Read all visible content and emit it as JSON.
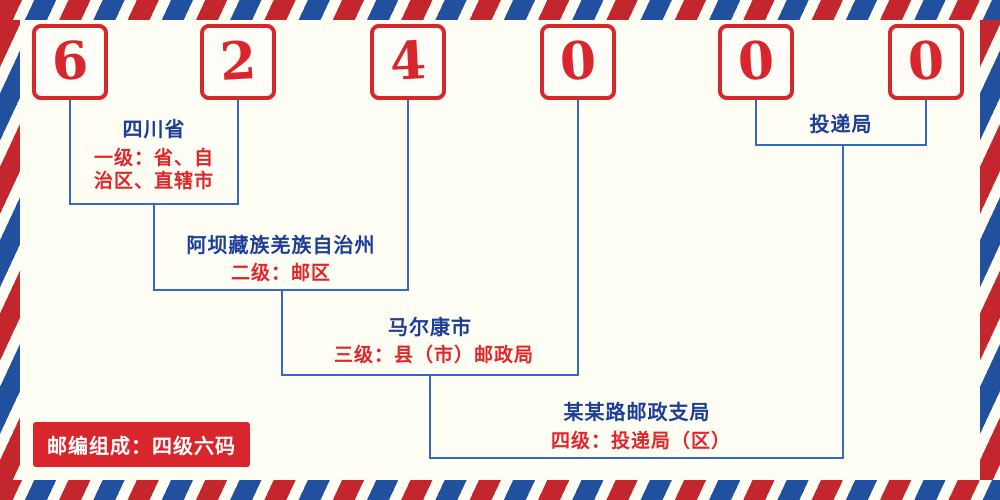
{
  "digits": [
    "6",
    "2",
    "4",
    "0",
    "0",
    "0"
  ],
  "levels": {
    "l1": {
      "name": "四川省",
      "desc1": "一级：省、自",
      "desc2": "治区、直辖市"
    },
    "l2": {
      "name": "阿坝藏族羌族自治州",
      "desc": "二级：邮区"
    },
    "l3": {
      "name": "马尔康市",
      "desc": "三级：县（市）邮政局"
    },
    "l4": {
      "name": "某某路邮政支局",
      "desc": "四级：投递局（区）"
    }
  },
  "delivery_label": "投递局",
  "footer": {
    "badge": "邮编组成：四级六码"
  },
  "colors": {
    "digit_red": "#d8262c",
    "line_blue": "#3a67cc",
    "name_blue": "#1c3e96",
    "desc_red": "#e0262b",
    "stripe_red": "#c4262d",
    "stripe_blue": "#20509e",
    "background": "#fffef4"
  }
}
